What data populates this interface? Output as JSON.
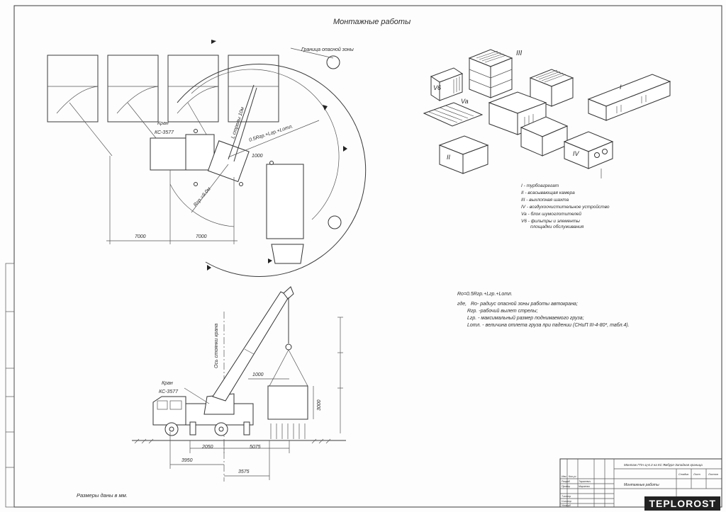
{
  "title": "Монтажные работы",
  "plan": {
    "zone_label": "Граница опасной зоны",
    "crane_label": "Кран",
    "crane_model": "КС-3577",
    "boom_label": "L стрелы 10м",
    "radius_label": "Rгр.=9.0м",
    "formula_label": "0.5Rгр.+Lгр.+Lотл.",
    "dim_1000": "1000",
    "dim_7000_a": "7000",
    "dim_7000_b": "7000"
  },
  "iso": {
    "label_I": "I",
    "label_II": "II",
    "label_III": "III",
    "label_IV": "IV",
    "label_Va": "Va",
    "label_V6": "V6"
  },
  "legend": [
    "I - турбоагрегат",
    "II - всасывающая камера",
    "III - выхлопная шахта",
    "IV - воздухоочистительное устройство",
    "Va - блок шумоглотителей",
    "V6 - фильтры и элементы",
    "площадки обслуживания"
  ],
  "formula": {
    "main": "Ro=0.5Rгр.+Lгр.+Lотл.",
    "where": "где,",
    "lines": [
      "Ro- радиус опасной зоны работы автокрана;",
      "Rгр. -рабочий вылет стрелы;",
      "Lгр. - максимальный размер поднимаемого груза;",
      "Lотл. - величина отлета груза при падении (СНиП III-4-80*, табл.4)."
    ]
  },
  "elevation": {
    "axis_label": "Ось стоянки крана",
    "crane_label": "Кран",
    "crane_model": "КС-3577",
    "dim_1000": "1000",
    "dim_3000": "3000",
    "dim_2050": "2050",
    "dim_5075": "5075",
    "dim_3950": "3950",
    "dim_3575": "3575"
  },
  "note": "Размеры даны в мм.",
  "title_block": {
    "project": "Монтаж ГПА-Ц-6.3 на КС Ямбург-Западная граница",
    "sheet_name": "Монтажные работы",
    "rows": [
      "Изм",
      "Кол.уч",
      "Разраб",
      "Провер",
      "Т.контр",
      "Н.контр",
      "Утверд"
    ],
    "names": [
      "Тарасевич",
      "Марченко"
    ],
    "headers": [
      "Стадия",
      "Лист",
      "Листов"
    ]
  },
  "watermark": "TEPLOROST"
}
